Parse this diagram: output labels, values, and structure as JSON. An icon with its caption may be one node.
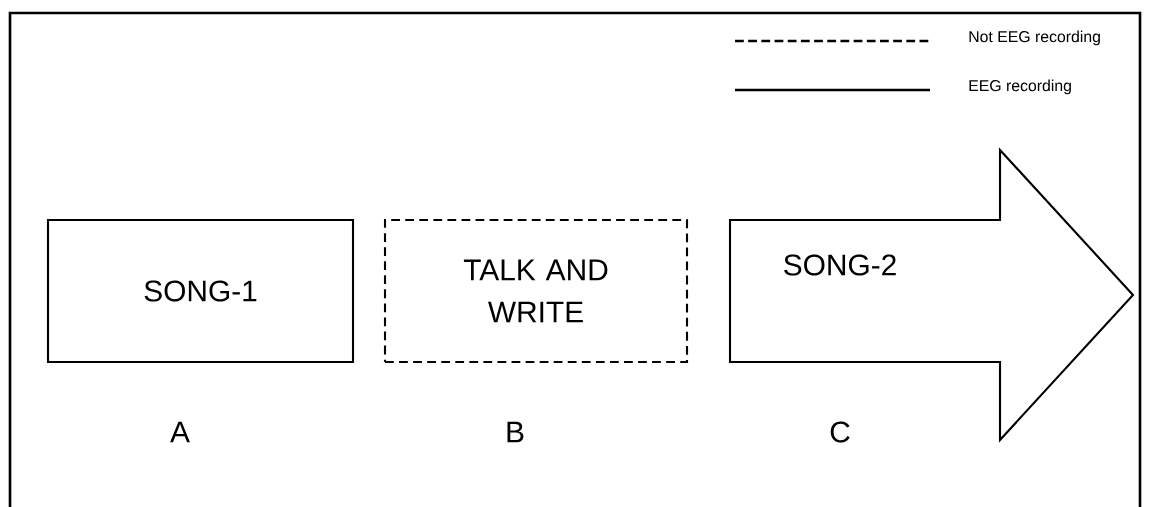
{
  "diagram": {
    "nodes": [
      {
        "text": [
          "SONG-1"
        ]
      },
      {
        "text": [
          "TALK AND WRITE"
        ]
      },
      {
        "text": [
          "SONG-2"
        ]
      }
    ],
    "edges": [],
    "labels": [
      "A",
      "B",
      "C"
    ],
    "legend": [
      {
        "text": "Not EEG recording"
      },
      {
        "text": "EEG recording"
      }
    ]
  }
}
